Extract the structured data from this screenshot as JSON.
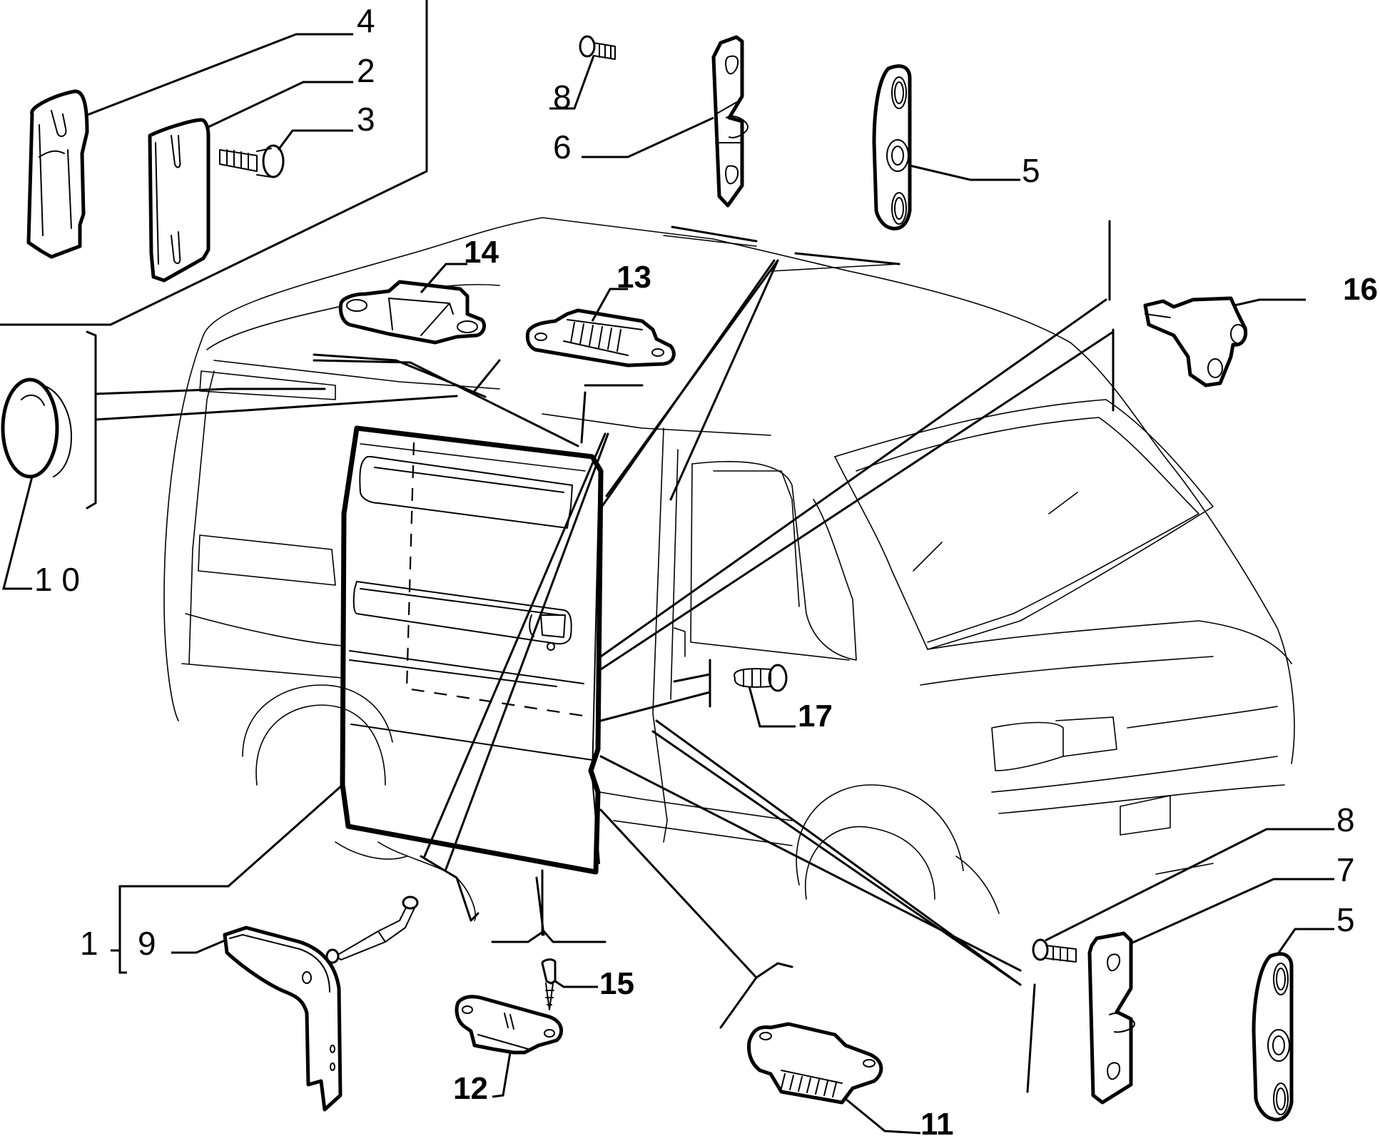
{
  "diagram": {
    "subject": "Van sliding side door assembly - exploded parts view",
    "callouts": [
      {
        "id": "c4",
        "label": "4",
        "part": "door roller guide bracket"
      },
      {
        "id": "c2",
        "label": "2",
        "part": "door plate"
      },
      {
        "id": "c3",
        "label": "3",
        "part": "bolt"
      },
      {
        "id": "c8a",
        "label": "8",
        "part": "screw"
      },
      {
        "id": "c6",
        "label": "6",
        "part": "striker plate"
      },
      {
        "id": "c5a",
        "label": "5",
        "part": "striker backing plate"
      },
      {
        "id": "c14",
        "label": "14",
        "part": "upper guide"
      },
      {
        "id": "c13",
        "label": "13",
        "part": "upper buffer"
      },
      {
        "id": "c16",
        "label": "16",
        "part": "door contact switch"
      },
      {
        "id": "c10",
        "label": "1 0",
        "part": "plug"
      },
      {
        "id": "c17",
        "label": "17",
        "part": "screw"
      },
      {
        "id": "c8b",
        "label": "8",
        "part": "screw"
      },
      {
        "id": "c7",
        "label": "7",
        "part": "striker plate"
      },
      {
        "id": "c5b",
        "label": "5",
        "part": "striker backing plate"
      },
      {
        "id": "c1",
        "label": "1",
        "part": "sliding door assembly"
      },
      {
        "id": "c9",
        "label": "9",
        "part": "lower roller arm"
      },
      {
        "id": "c15",
        "label": "15",
        "part": "self-tapping screw"
      },
      {
        "id": "c12",
        "label": "12",
        "part": "lower guide block"
      },
      {
        "id": "c11",
        "label": "11",
        "part": "lower buffer"
      }
    ]
  }
}
